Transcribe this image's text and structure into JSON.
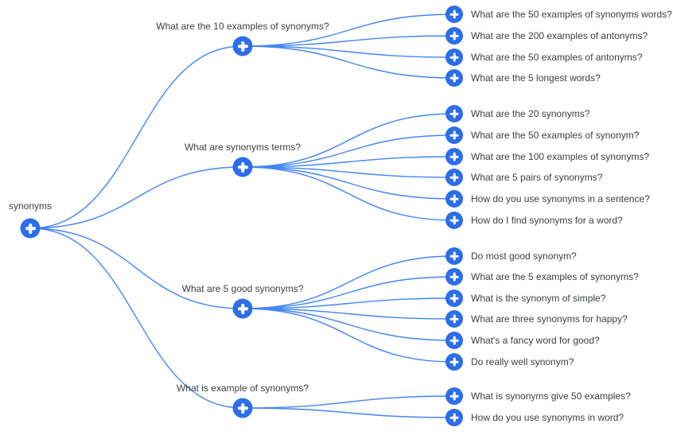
{
  "colors": {
    "background": "#ffffff",
    "node-fill": "#2d6ee8",
    "node-plus": "#ffffff",
    "edge-stroke": "#4285f4",
    "label-text": "#3c4043"
  },
  "tree": {
    "root": {
      "label": "synonyms"
    },
    "branches": [
      {
        "label": "What are the 10 examples of synonyms?",
        "children": [
          {
            "label": "What are the 50 examples of synonyms words?"
          },
          {
            "label": "What are the 200 examples of antonyms?"
          },
          {
            "label": "What are the 50 examples of antonyms?"
          },
          {
            "label": "What are the 5 longest words?"
          }
        ]
      },
      {
        "label": "What are synonyms terms?",
        "children": [
          {
            "label": "What are the 20 synonyms?"
          },
          {
            "label": "What are the 50 examples of synonym?"
          },
          {
            "label": "What are the 100 examples of synonyms?"
          },
          {
            "label": "What are 5 pairs of synonyms?"
          },
          {
            "label": "How do you use synonyms in a sentence?"
          },
          {
            "label": "How do I find synonyms for a word?"
          }
        ]
      },
      {
        "label": "What are 5 good synonyms?",
        "children": [
          {
            "label": "Do most good synonym?"
          },
          {
            "label": "What are the 5 examples of synonyms?"
          },
          {
            "label": "What is the synonym of simple?"
          },
          {
            "label": "What are three synonyms for happy?"
          },
          {
            "label": "What's a fancy word for good?"
          },
          {
            "label": "Do really well synonym?"
          }
        ]
      },
      {
        "label": "What is example of synonyms?",
        "children": [
          {
            "label": "What is synonyms give 50 examples?"
          },
          {
            "label": "How do you use synonyms in word?"
          }
        ]
      }
    ]
  }
}
